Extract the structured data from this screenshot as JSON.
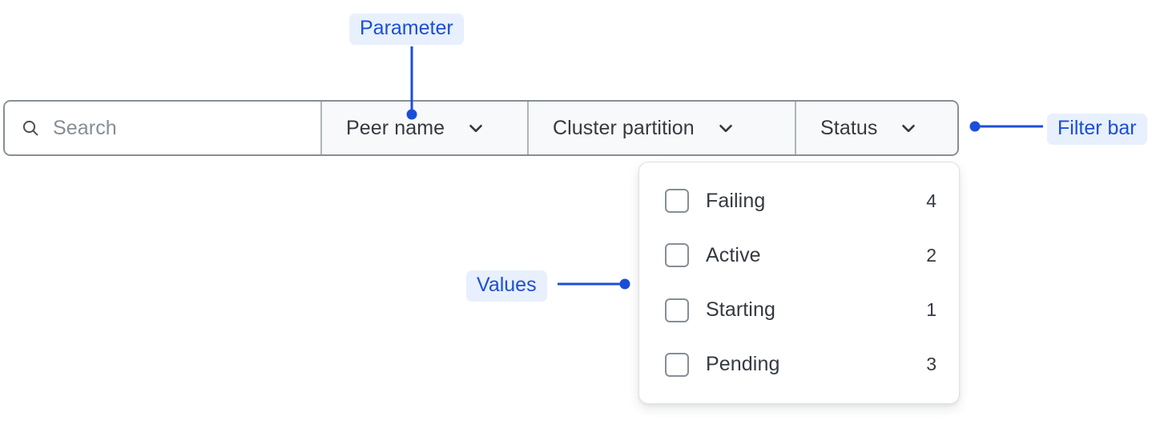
{
  "filter_bar": {
    "search": {
      "icon": "search-icon",
      "placeholder": "Search",
      "value": ""
    },
    "dropdowns": [
      {
        "label": "Peer name",
        "icon": "chevron-down-icon",
        "expanded": false
      },
      {
        "label": "Cluster partition",
        "icon": "chevron-down-icon",
        "expanded": false
      },
      {
        "label": "Status",
        "icon": "chevron-down-icon",
        "expanded": true
      }
    ]
  },
  "dropdown_panel": {
    "source": "Status",
    "items": [
      {
        "label": "Failing",
        "count": "4",
        "checked": false
      },
      {
        "label": "Active",
        "count": "2",
        "checked": false
      },
      {
        "label": "Starting",
        "count": "1",
        "checked": false
      },
      {
        "label": "Pending",
        "count": "3",
        "checked": false
      }
    ]
  },
  "annotations": [
    {
      "key": "parameter",
      "label": "Parameter"
    },
    {
      "key": "values",
      "label": "Values"
    },
    {
      "key": "filter_bar",
      "label": "Filter bar"
    }
  ],
  "annotation_labels": {
    "parameter": "Parameter",
    "values": "Values",
    "filter_bar": "Filter bar"
  },
  "colors": {
    "annotation_text": "#1b4ed8",
    "annotation_pill_bg": "#e8f0fe",
    "annotation_line": "#1b4ed8",
    "bar_border": "#868e96",
    "dropdown_bg": "#f8f9fa",
    "search_bg": "#ffffff",
    "text": "#343a40",
    "placeholder": "#868e96",
    "panel_bg": "#ffffff",
    "panel_border": "#dee2e6",
    "checkbox_border": "#868e96"
  }
}
